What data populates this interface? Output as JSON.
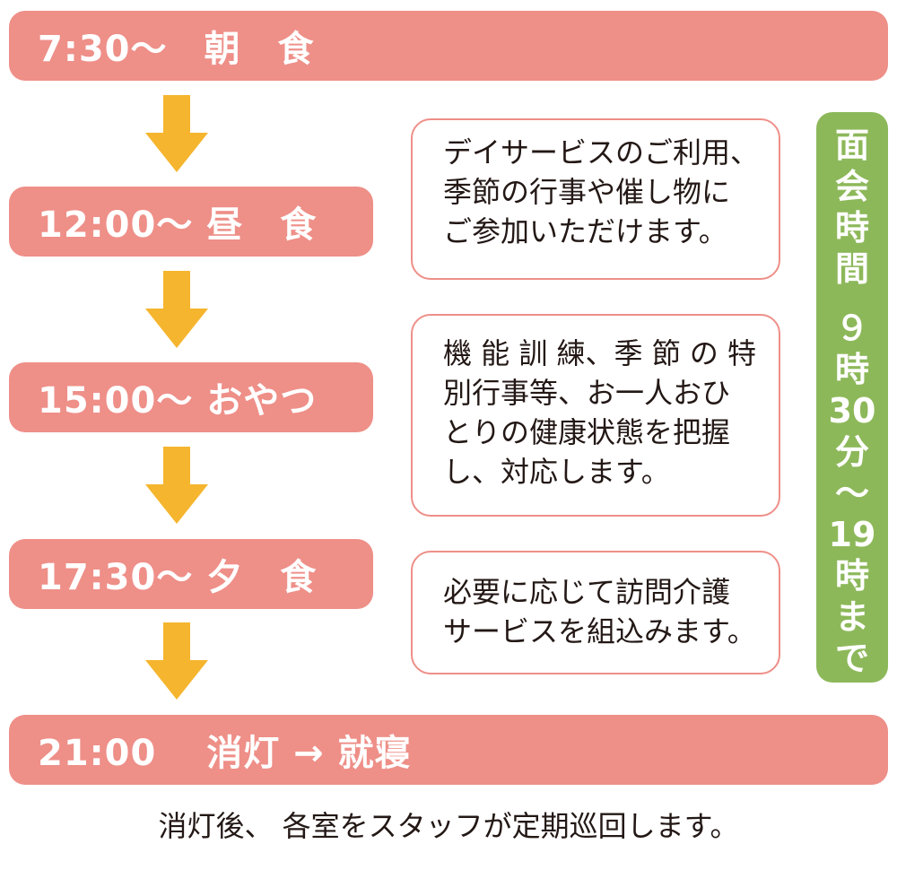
{
  "schedule": {
    "breakfast": "7:30～　朝　食",
    "lunch": "12:00～ 昼　食",
    "snack": "15:00～ おやつ",
    "dinner": "17:30～ 夕　食",
    "lights_out": "21:00　 消灯 → 就寝"
  },
  "notes": {
    "day_service": "デイサービスのご利用、\n季節の行事や催し物に\nご参加いただけます。",
    "training": "機 能 訓 練、季 節 の 特\n別行事等、お一人おひ\nとりの健康状態を把握\nし、対応します。",
    "home_care": "必要に応じて訪問介護\nサービスを組込みます。"
  },
  "visiting_hours": {
    "label_chars": [
      "面",
      "会",
      "時",
      "間"
    ],
    "time_chars": [
      "９",
      "時",
      "30",
      "分",
      "～",
      "19",
      "時",
      "ま",
      "で"
    ]
  },
  "footer": "消灯後、 各室をスタッフが定期巡回します。",
  "colors": {
    "bar": "#ee8f88",
    "arrow": "#f5b52e",
    "visit": "#8db85a",
    "text": "#231815"
  }
}
